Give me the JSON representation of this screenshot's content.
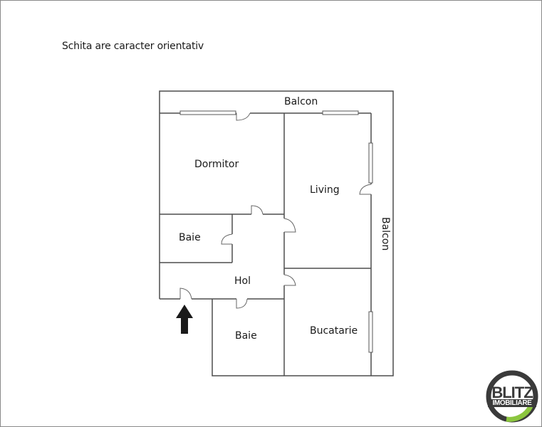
{
  "note": "Schita are caracter orientativ",
  "rooms": {
    "balcon_top": "Balcon",
    "balcon_right": "Balcon",
    "dormitor": "Dormitor",
    "living": "Living",
    "baie_1": "Baie",
    "hol": "Hol",
    "baie_2": "Baie",
    "bucatarie": "Bucatarie"
  },
  "entrance": {
    "icon": "arrow-up-icon",
    "color": "#1a1a1a"
  },
  "logo": {
    "line1": "BLITZ",
    "line2": "IMOBILIARE",
    "ring_color": "#3a3a3a",
    "accent_color": "#8cc63f"
  },
  "colors": {
    "wall": "#4d4d4d",
    "background": "#ffffff",
    "frame": "#8a8a8a"
  }
}
